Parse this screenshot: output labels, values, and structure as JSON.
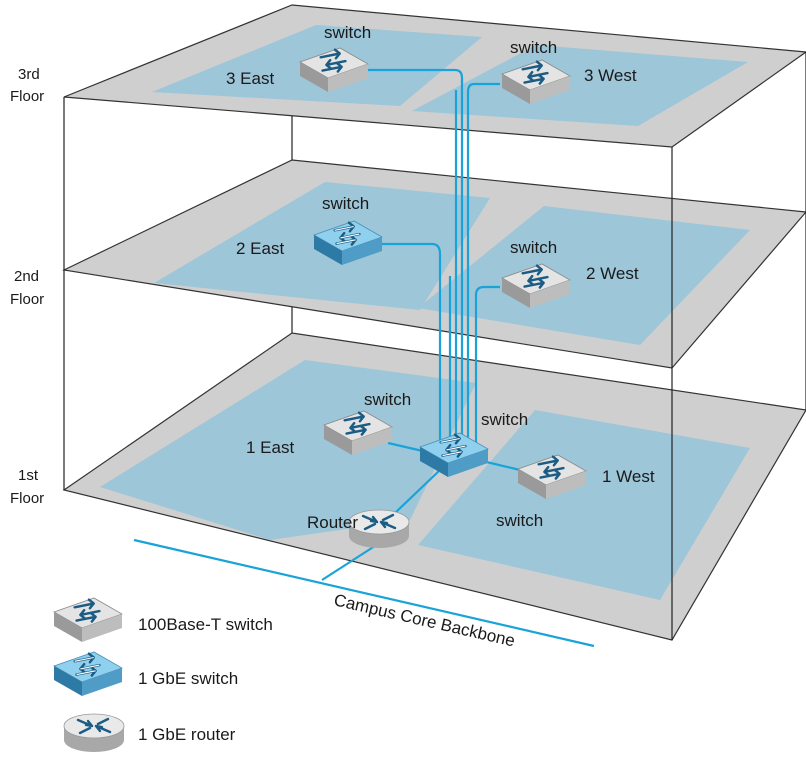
{
  "floors": [
    {
      "id": "3",
      "label_line1": "3rd",
      "label_line2": "Floor"
    },
    {
      "id": "2",
      "label_line1": "2nd",
      "label_line2": "Floor"
    },
    {
      "id": "1",
      "label_line1": "1st",
      "label_line2": "Floor"
    }
  ],
  "devices": {
    "sw3_east": {
      "type_label": "switch",
      "name": "3 East"
    },
    "sw3_west": {
      "type_label": "switch",
      "name": "3 West"
    },
    "sw2_east": {
      "type_label": "switch",
      "name": "2 East"
    },
    "sw2_west": {
      "type_label": "switch",
      "name": "2 West"
    },
    "sw1_east": {
      "type_label": "switch",
      "name": "1 East"
    },
    "sw1_core": {
      "type_label": "switch"
    },
    "sw1_west": {
      "type_label": "switch",
      "name": "1 West"
    },
    "router": {
      "name": "Router"
    }
  },
  "backbone_label": "Campus Core Backbone",
  "legend": [
    {
      "key": "fast-switch",
      "label": "100Base-T switch"
    },
    {
      "key": "gbe-switch",
      "label": "1 GbE switch"
    },
    {
      "key": "gbe-router",
      "label": "1 GbE router"
    }
  ],
  "colors": {
    "link": "#1aa3d8",
    "room": "#9dc6d9",
    "floor_plate": "#cfcfcf",
    "gbe_switch": "#7cc4e6",
    "fast_switch": "#d6d6d6"
  },
  "icons": {
    "fast_switch": "switch-icon",
    "gbe_switch": "gbe-switch-icon",
    "router": "router-icon"
  }
}
